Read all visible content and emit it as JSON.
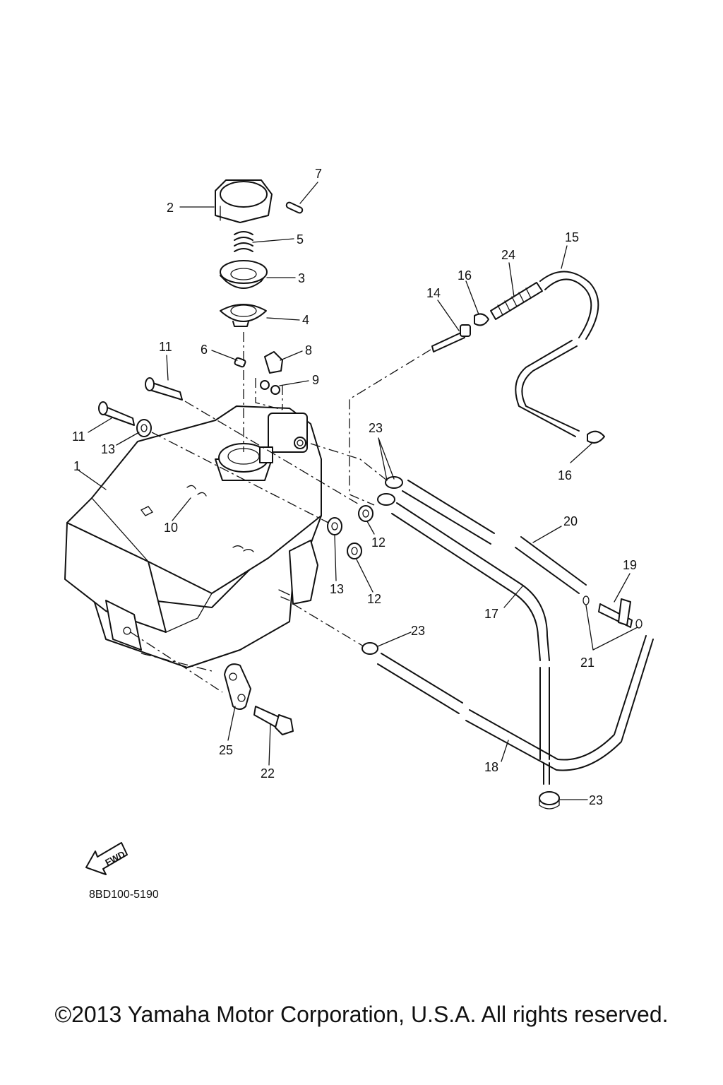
{
  "diagram": {
    "callouts": {
      "c1": "1",
      "c2": "2",
      "c3": "3",
      "c4": "4",
      "c5": "5",
      "c6": "6",
      "c7": "7",
      "c8": "8",
      "c9": "9",
      "c10": "10",
      "c11a": "11",
      "c11b": "11",
      "c12a": "12",
      "c12b": "12",
      "c13a": "13",
      "c13b": "13",
      "c14": "14",
      "c15": "15",
      "c16a": "16",
      "c16b": "16",
      "c17": "17",
      "c18": "18",
      "c19": "19",
      "c20": "20",
      "c21": "21",
      "c22": "22",
      "c23a": "23",
      "c23b": "23",
      "c23c": "23",
      "c24": "24",
      "c25": "25"
    },
    "fwd_label": "FWD",
    "part_code": "8BD100-5190"
  },
  "footer": {
    "copyright": "©2013 Yamaha Motor Corporation, U.S.A. All rights reserved."
  }
}
